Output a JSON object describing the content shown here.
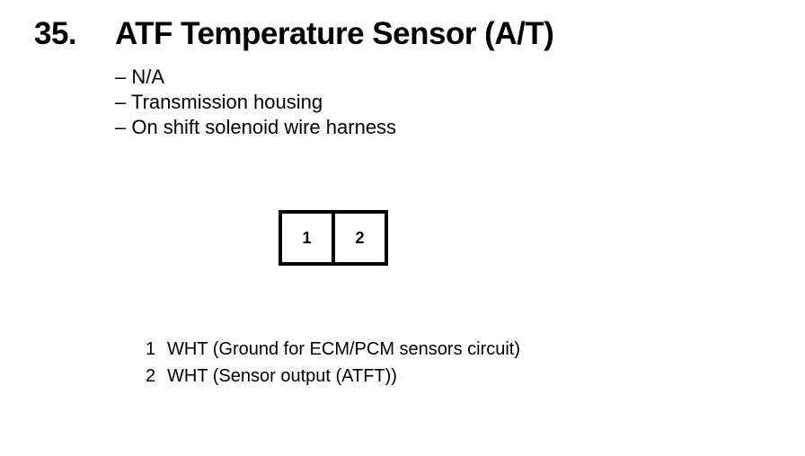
{
  "header": {
    "number": "35.",
    "title": "ATF Temperature Sensor (A/T)"
  },
  "details": [
    "– N/A",
    "– Transmission housing",
    "– On shift solenoid wire harness"
  ],
  "connector": {
    "cavities": [
      "1",
      "2"
    ]
  },
  "pins": [
    {
      "number": "1",
      "description": "WHT (Ground for ECM/PCM sensors circuit)"
    },
    {
      "number": "2",
      "description": "WHT (Sensor output (ATFT))"
    }
  ]
}
